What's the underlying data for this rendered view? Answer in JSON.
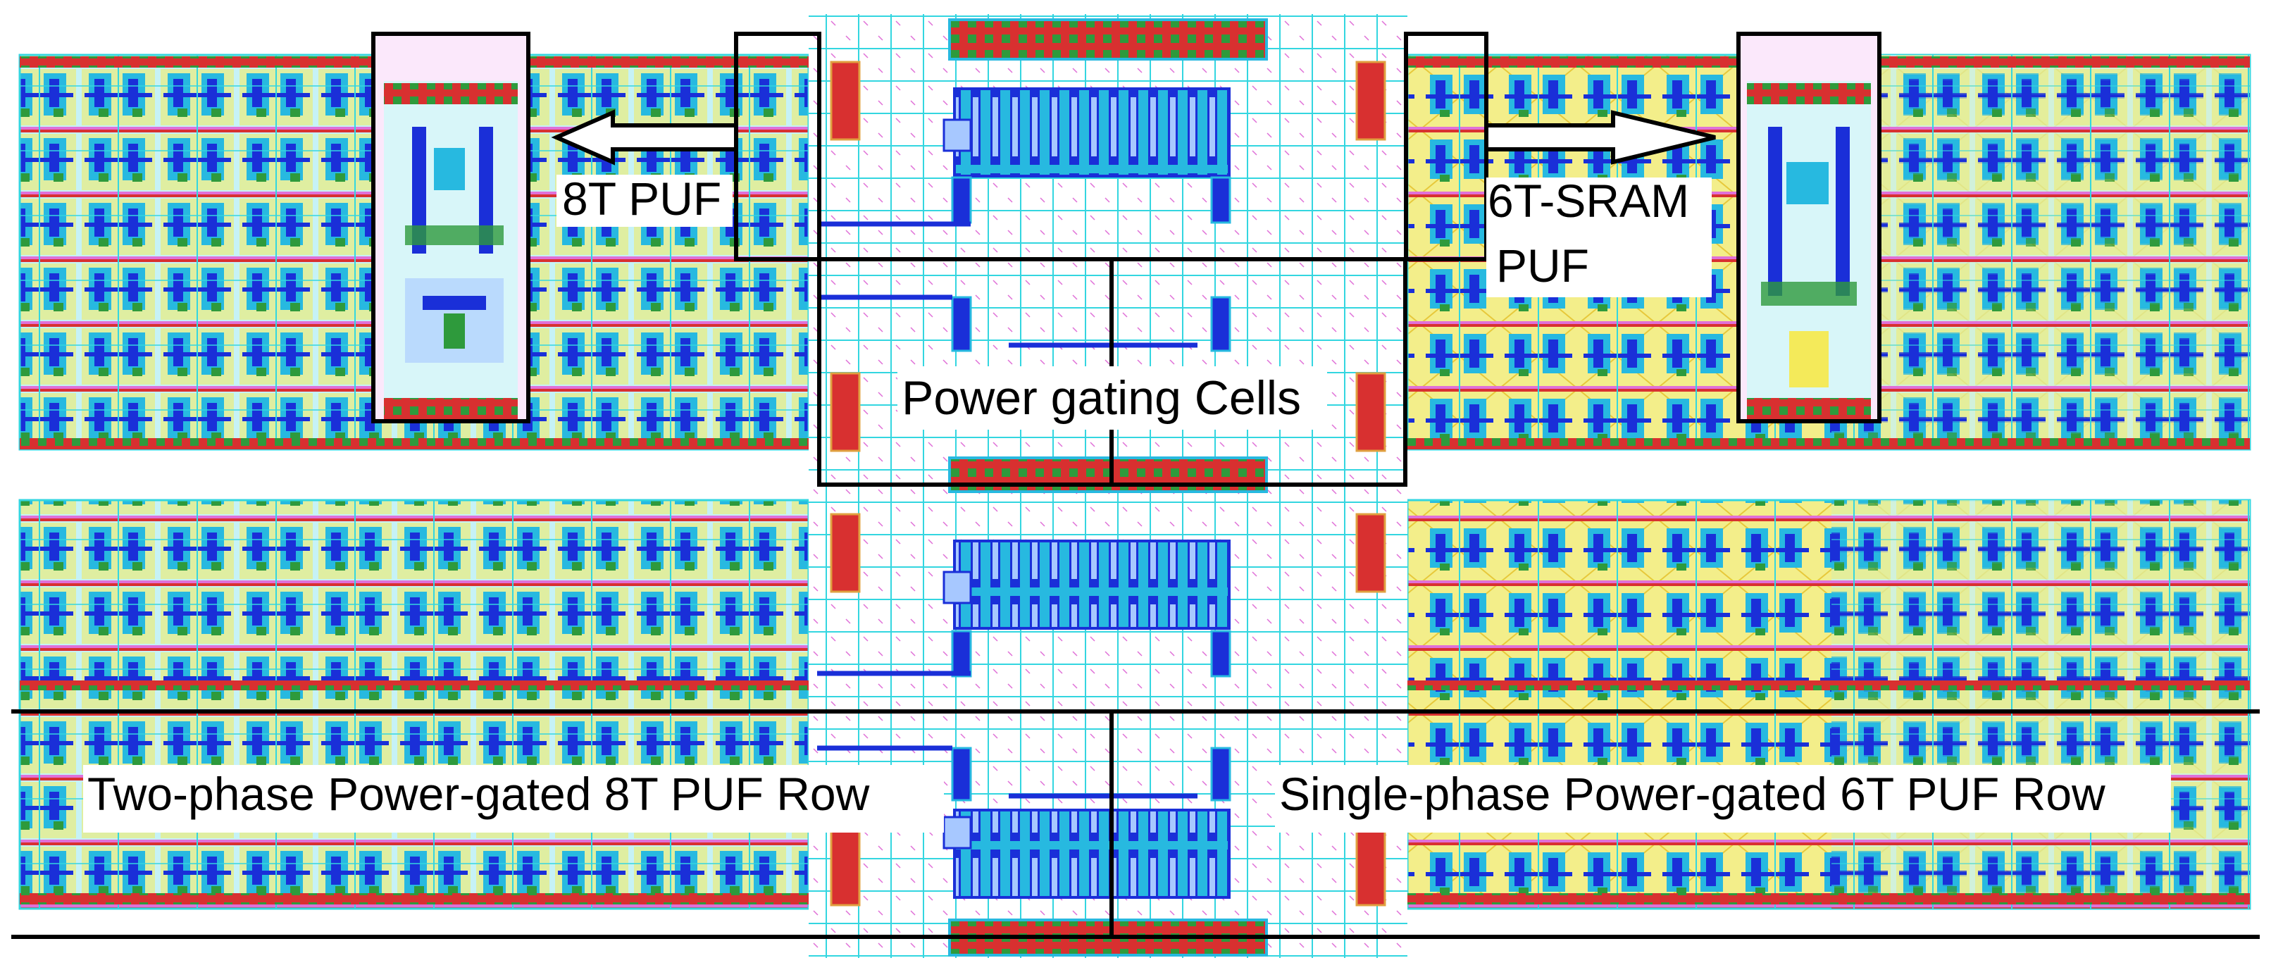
{
  "labels": {
    "puf_8t": "8T PUF",
    "puf_6t_line1": "6T-SRAM",
    "puf_6t_line2": "PUF",
    "power_gating": "Power gating Cells",
    "row_8t": "Two-phase Power-gated 8T PUF Row",
    "row_6t": "Single-phase Power-gated 6T PUF Row"
  },
  "colors": {
    "background": "#ffffff",
    "grid_cyan": "#33d6e0",
    "metal_blue": "#1a2fd8",
    "poly_red": "#d83030",
    "diffusion_green": "#2e9a3c",
    "well_yellow": "#f2e44a",
    "nwell_magenta": "#e070d8",
    "outline_black": "#000000"
  }
}
